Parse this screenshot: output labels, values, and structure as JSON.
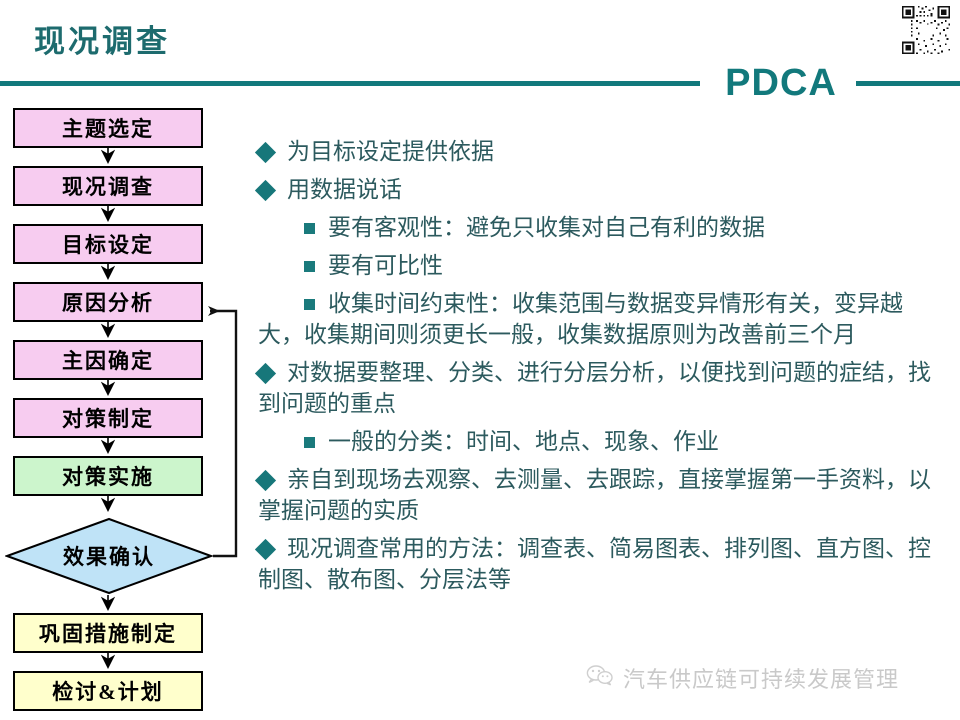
{
  "header": {
    "title": "现况调查",
    "badge": "PDCA",
    "qr_icon": "qr-code-icon"
  },
  "flowchart": {
    "steps": [
      {
        "label": "主题选定",
        "shape": "rect",
        "color": "#f7ccf0"
      },
      {
        "label": "现况调查",
        "shape": "rect",
        "color": "#f7ccf0"
      },
      {
        "label": "目标设定",
        "shape": "rect",
        "color": "#f7ccf0"
      },
      {
        "label": "原因分析",
        "shape": "rect",
        "color": "#f7ccf0"
      },
      {
        "label": "主因确定",
        "shape": "rect",
        "color": "#f7ccf0"
      },
      {
        "label": "对策制定",
        "shape": "rect",
        "color": "#f7ccf0"
      },
      {
        "label": "对策实施",
        "shape": "rect",
        "color": "#ccf5cc"
      },
      {
        "label": "效果确认",
        "shape": "diamond",
        "color": "#bfe3f7"
      },
      {
        "label": "巩固措施制定",
        "shape": "rect",
        "color": "#ffffcc"
      },
      {
        "label": "检讨&计划",
        "shape": "rect",
        "color": "#ffffcc"
      }
    ],
    "feedback_from": "效果确认",
    "feedback_to": "原因分析"
  },
  "content": {
    "bullets": [
      {
        "level": 1,
        "text": "为目标设定提供依据"
      },
      {
        "level": 1,
        "text": "用数据说话"
      },
      {
        "level": 2,
        "text": "要有客观性：避免只收集对自己有利的数据"
      },
      {
        "level": 2,
        "text": "要有可比性"
      },
      {
        "level": 2,
        "text": "收集时间约束性：收集范围与数据变异情形有关，变异越大，收集期间则须更长一般，收集数据原则为改善前三个月"
      },
      {
        "level": 1,
        "text": "对数据要整理、分类、进行分层分析，以便找到问题的症结，找到问题的重点"
      },
      {
        "level": 2,
        "text": "一般的分类：时间、地点、现象、作业"
      },
      {
        "level": 1,
        "text": "亲自到现场去观察、去测量、去跟踪，直接掌握第一手资料，以掌握问题的实质"
      },
      {
        "level": 1,
        "text": "现况调查常用的方法：调查表、简易图表、排列图、直方图、控制图、散布图、分层法等"
      }
    ]
  },
  "footer": {
    "watermark_text": "汽车供应链可持续发展管理",
    "watermark_icon": "wechat-icon"
  }
}
